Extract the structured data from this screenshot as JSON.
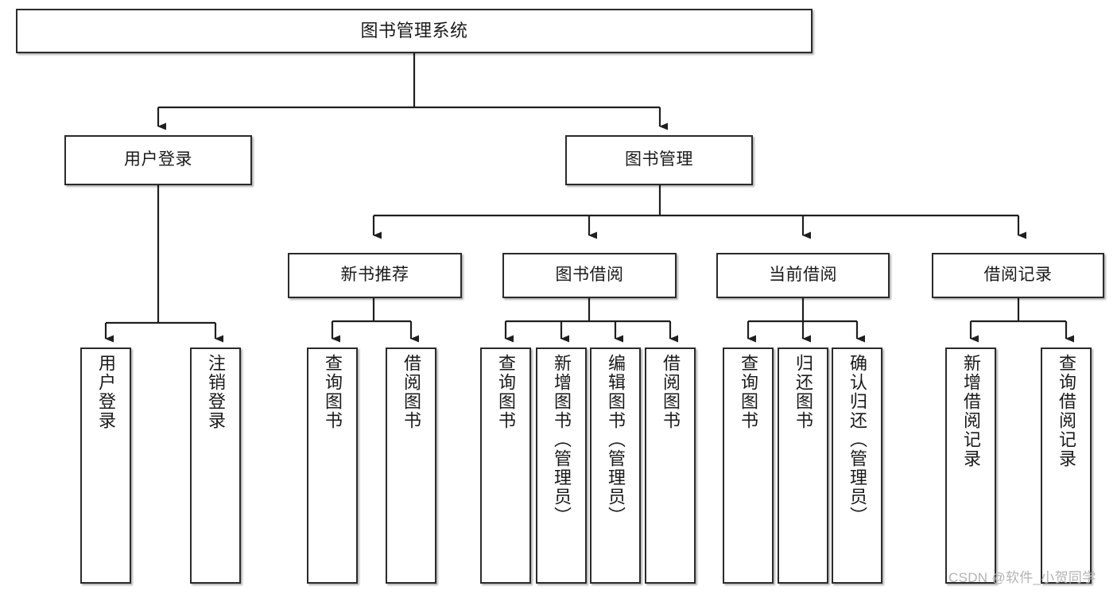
{
  "diagram": {
    "title": "图书管理系统",
    "type": "hierarchy-tree",
    "watermark": "CSDN @软件_小贺同学",
    "colors": {
      "box_border": "#2b2b2b",
      "box_fill": "#ffffff",
      "edge": "#1f1f1f",
      "text": "#1a1a1a",
      "watermark": "#b3b3b3"
    },
    "levels": {
      "root": {
        "label": "图书管理系统"
      },
      "level2": [
        {
          "id": "user-login",
          "label": "用户登录"
        },
        {
          "id": "book-management",
          "label": "图书管理"
        }
      ],
      "level3": [
        {
          "id": "new-book-recommend",
          "label": "新书推荐"
        },
        {
          "id": "book-borrow",
          "label": "图书借阅"
        },
        {
          "id": "current-borrow",
          "label": "当前借阅"
        },
        {
          "id": "borrow-record",
          "label": "借阅记录"
        }
      ],
      "leaves": {
        "user-login": [
          {
            "id": "leaf-user-login",
            "label": "用户登录"
          },
          {
            "id": "leaf-logout-login",
            "label": "注销登录"
          }
        ],
        "new-book-recommend": [
          {
            "id": "leaf-query-book-1",
            "label": "查询图书"
          },
          {
            "id": "leaf-borrow-book-1",
            "label": "借阅图书"
          }
        ],
        "book-borrow": [
          {
            "id": "leaf-query-book-2",
            "label": "查询图书"
          },
          {
            "id": "leaf-add-book-admin",
            "label": "新增图书（管理员）"
          },
          {
            "id": "leaf-edit-book-admin",
            "label": "编辑图书（管理员）"
          },
          {
            "id": "leaf-borrow-book-2",
            "label": "借阅图书"
          }
        ],
        "current-borrow": [
          {
            "id": "leaf-query-book-3",
            "label": "查询图书"
          },
          {
            "id": "leaf-return-book",
            "label": "归还图书"
          },
          {
            "id": "leaf-confirm-return-admin",
            "label": "确认归还（管理员）"
          }
        ],
        "borrow-record": [
          {
            "id": "leaf-add-borrow-record",
            "label": "新增借阅记录"
          },
          {
            "id": "leaf-query-borrow-record",
            "label": "查询借阅记录"
          }
        ]
      }
    }
  }
}
